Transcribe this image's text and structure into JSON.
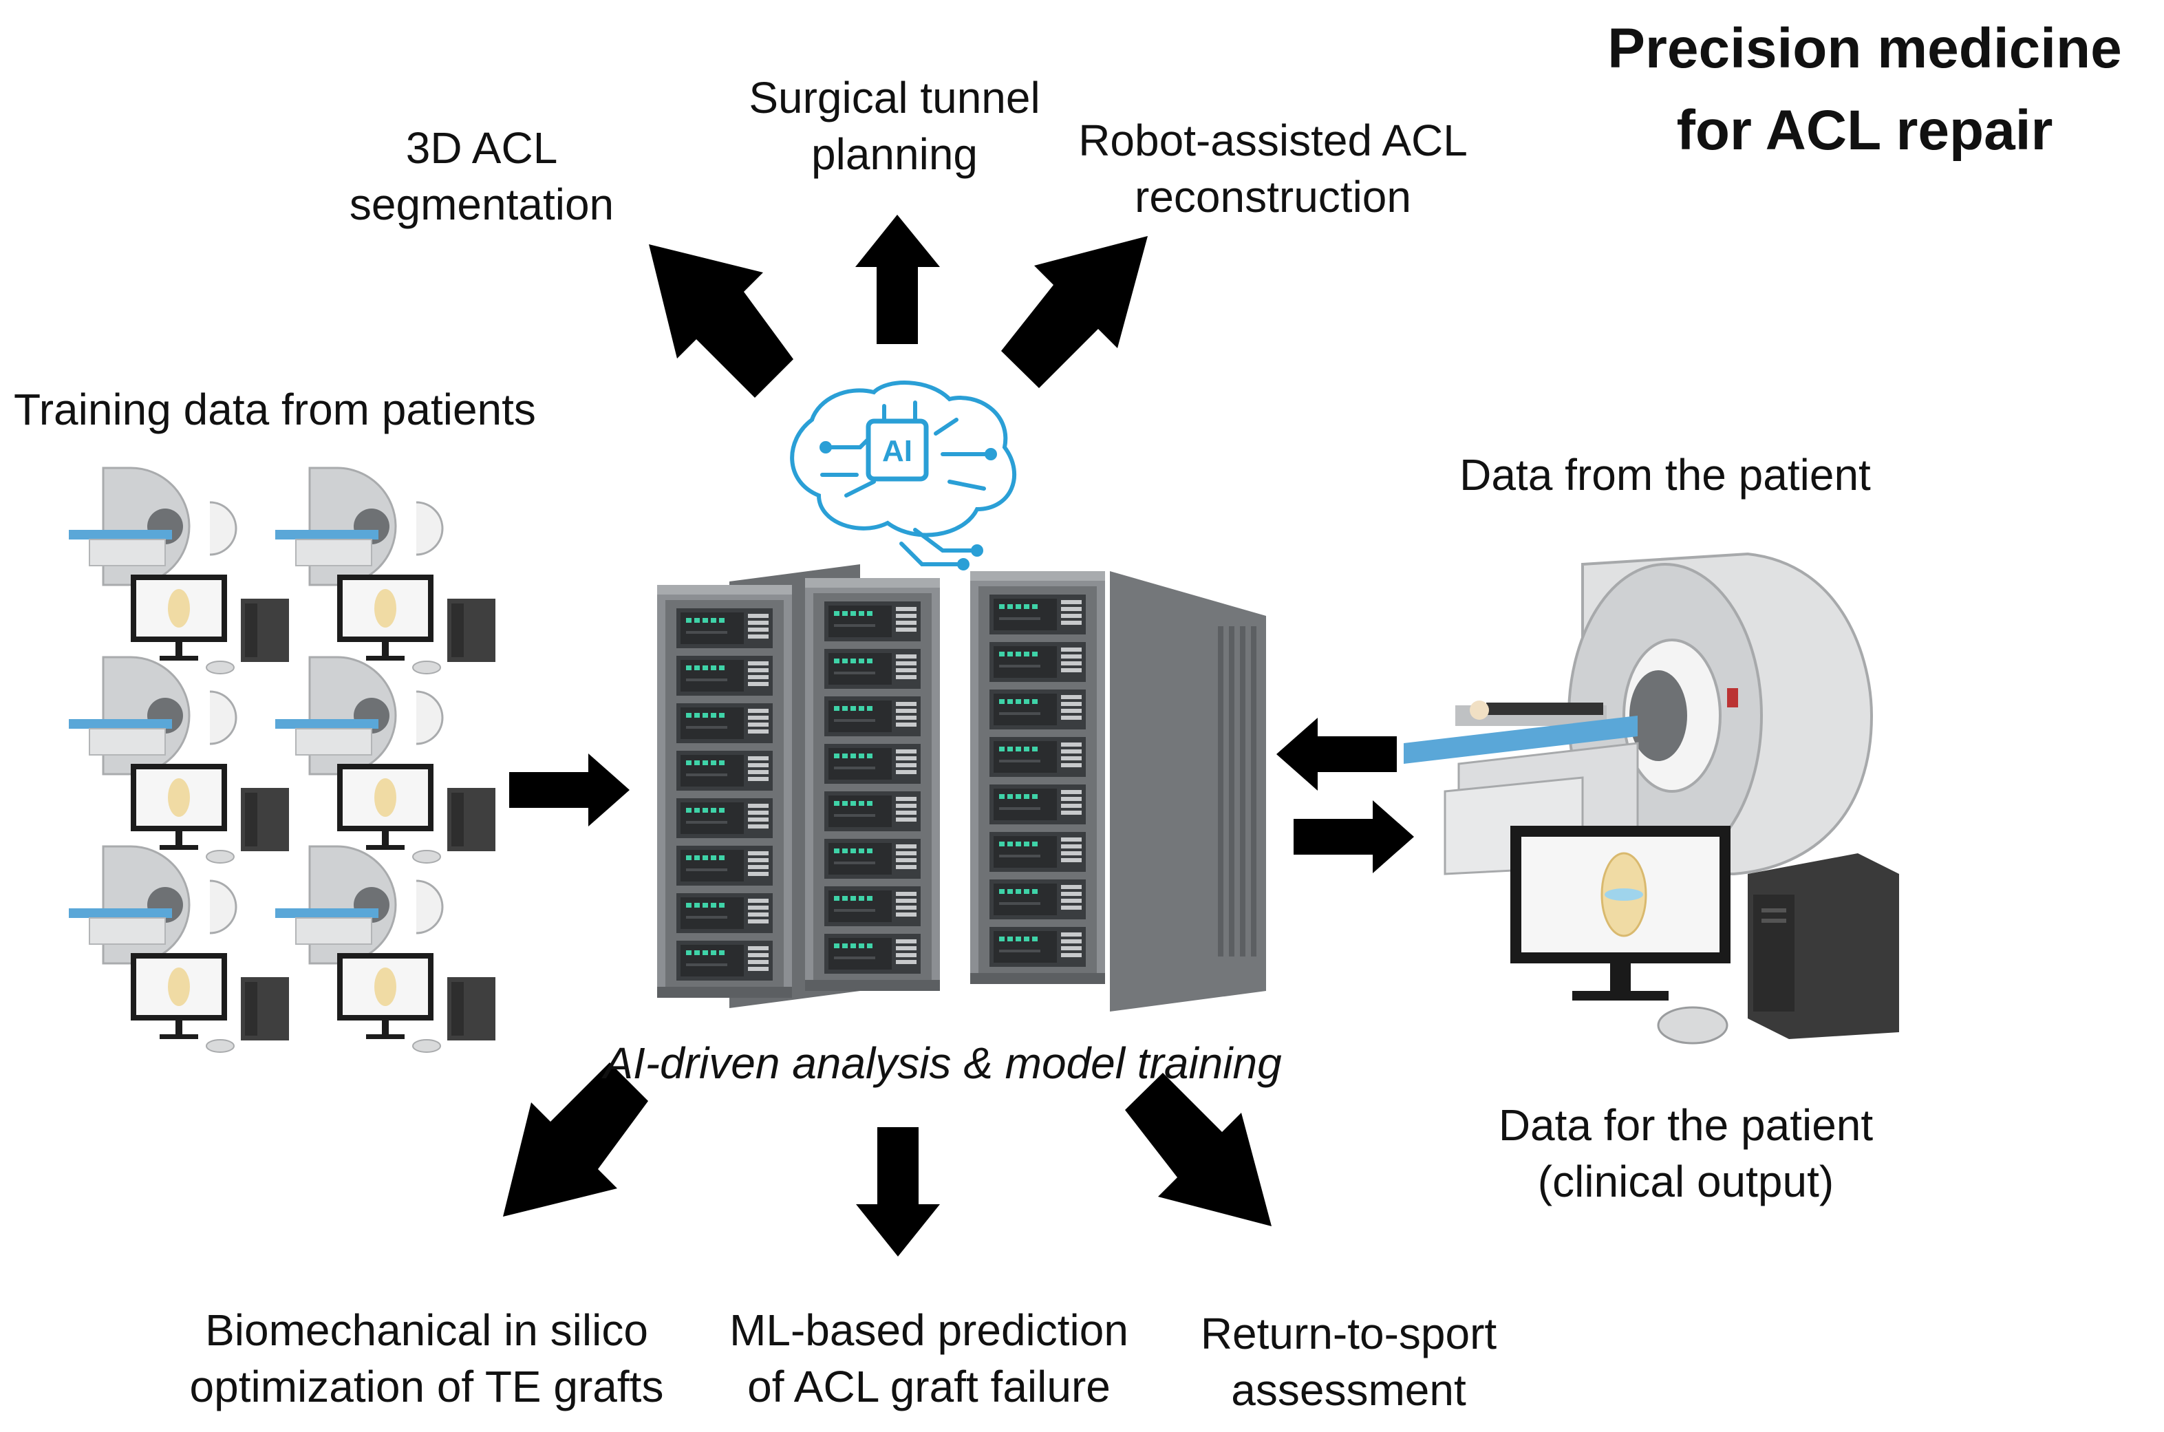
{
  "title": {
    "line1": "Precision medicine",
    "line2": "for ACL repair"
  },
  "outputs_top": [
    {
      "line1": "3D ACL",
      "line2": "segmentation"
    },
    {
      "line1": "Surgical tunnel",
      "line2": "planning"
    },
    {
      "line1": "Robot-assisted ACL",
      "line2": "reconstruction"
    }
  ],
  "training_label": "Training data from patients",
  "ai_badge": "AI",
  "server_caption": "AI-driven analysis & model training",
  "patient_data_label": "Data from the patient",
  "patient_output": {
    "line1": "Data for the patient",
    "line2": "(clinical output)"
  },
  "outputs_bottom": [
    {
      "line1": "Biomechanical in silico",
      "line2": "optimization of TE grafts"
    },
    {
      "line1": "ML-based prediction",
      "line2": "of ACL graft failure"
    },
    {
      "line1": "Return-to-sport",
      "line2": "assessment"
    }
  ],
  "icons": [
    "mri-scanner-icon",
    "monitor-icon",
    "computer-tower-icon",
    "mouse-icon",
    "server-rack-icon",
    "ai-brain-icon",
    "arrow-icon"
  ],
  "colors": {
    "arrow": "#000000",
    "server_body": "#8c8f93",
    "server_dark": "#3a3d40",
    "led": "#3fd3a8",
    "scanner": "#d9dadb",
    "table": "#5aa7d8",
    "brain": "#2a9fd6"
  }
}
